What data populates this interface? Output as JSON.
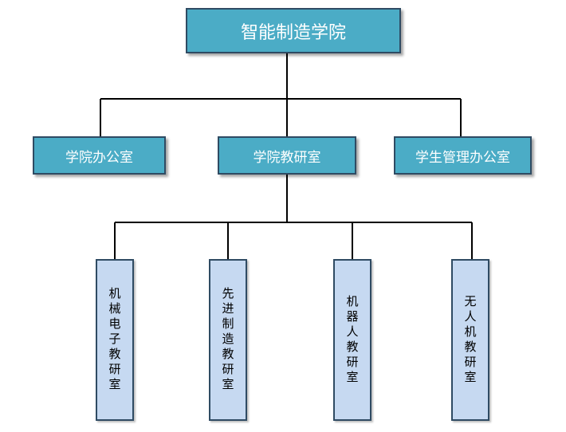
{
  "org_chart": {
    "root": {
      "label": "智能制造学院"
    },
    "departments": [
      {
        "label": "学院办公室"
      },
      {
        "label": "学院教研室"
      },
      {
        "label": "学生管理办公室"
      }
    ],
    "teaching_sections": [
      {
        "label": "机械电子教研室"
      },
      {
        "label": "先进制造教研室"
      },
      {
        "label": "机器人教研室"
      },
      {
        "label": "无人机教研室"
      }
    ]
  },
  "colors": {
    "header_box_fill": "#4bacc6",
    "leaf_box_fill": "#c6d9f1",
    "box_border": "#2f4b63",
    "connector_line": "#000000"
  }
}
